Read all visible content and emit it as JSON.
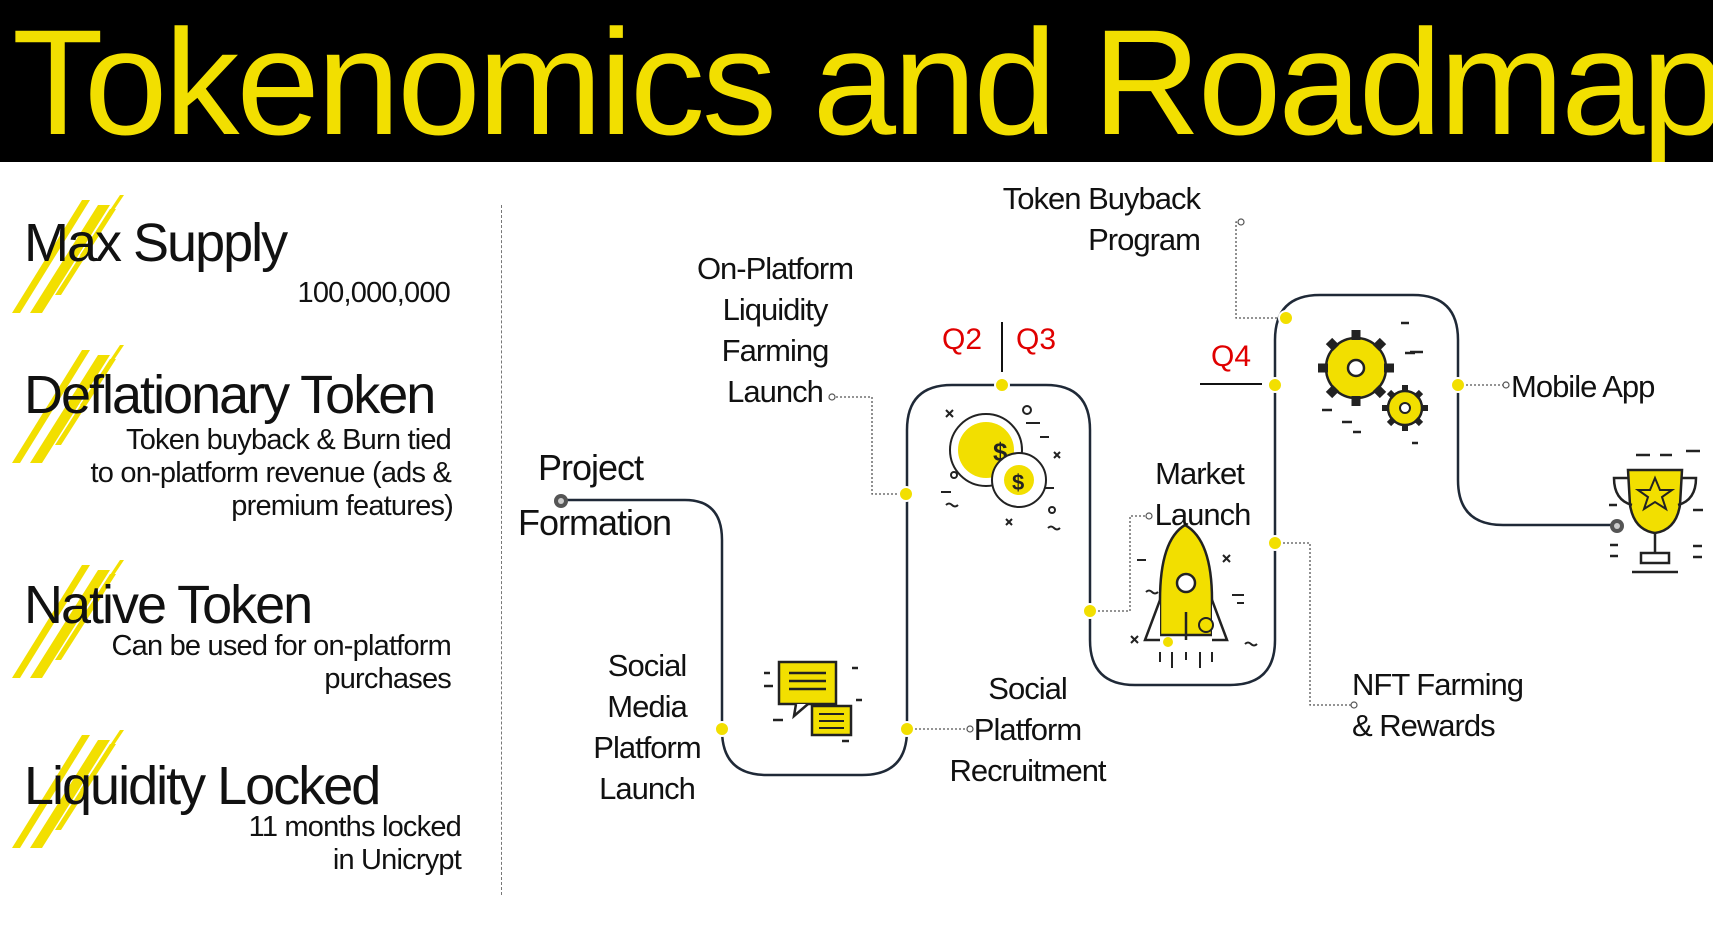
{
  "title": "Tokenomics and Roadmap",
  "colors": {
    "accent": "#f2df00",
    "header_bg": "#000000",
    "quarter_red": "#e00000",
    "text": "#111111"
  },
  "tokenomics": [
    {
      "heading": "Max Supply",
      "lines": [
        "100,000,000"
      ]
    },
    {
      "heading": "Deflationary Token",
      "lines": [
        "Token buyback & Burn tied",
        "to on-platform revenue (ads &",
        "premium features)"
      ]
    },
    {
      "heading": "Native Token",
      "lines": [
        "Can be used for on-platform",
        "purchases"
      ]
    },
    {
      "heading": "Liquidity Locked",
      "lines": [
        "11 months locked",
        "in Unicrypt"
      ]
    }
  ],
  "quarters": {
    "q2": "Q2",
    "q3": "Q3",
    "q4": "Q4"
  },
  "milestones": {
    "project_formation": [
      "Project",
      "Formation"
    ],
    "social_media_launch": [
      "Social",
      "Media",
      "Platform",
      "Launch"
    ],
    "liquidity_farming": [
      "On-Platform",
      "Liquidity",
      "Farming",
      "Launch"
    ],
    "recruitment": [
      "Social",
      "Platform",
      "Recruitment"
    ],
    "market_launch": [
      "Market",
      "Launch"
    ],
    "buyback": [
      "Token Buyback",
      "Program"
    ],
    "nft_farming": [
      "NFT Farming",
      "& Rewards"
    ],
    "mobile_app": [
      "Mobile App"
    ]
  },
  "icons": [
    "chat-messages-icon",
    "coins-icon",
    "rocket-icon",
    "gears-icon",
    "trophy-icon",
    "lightning-slash-icon"
  ]
}
